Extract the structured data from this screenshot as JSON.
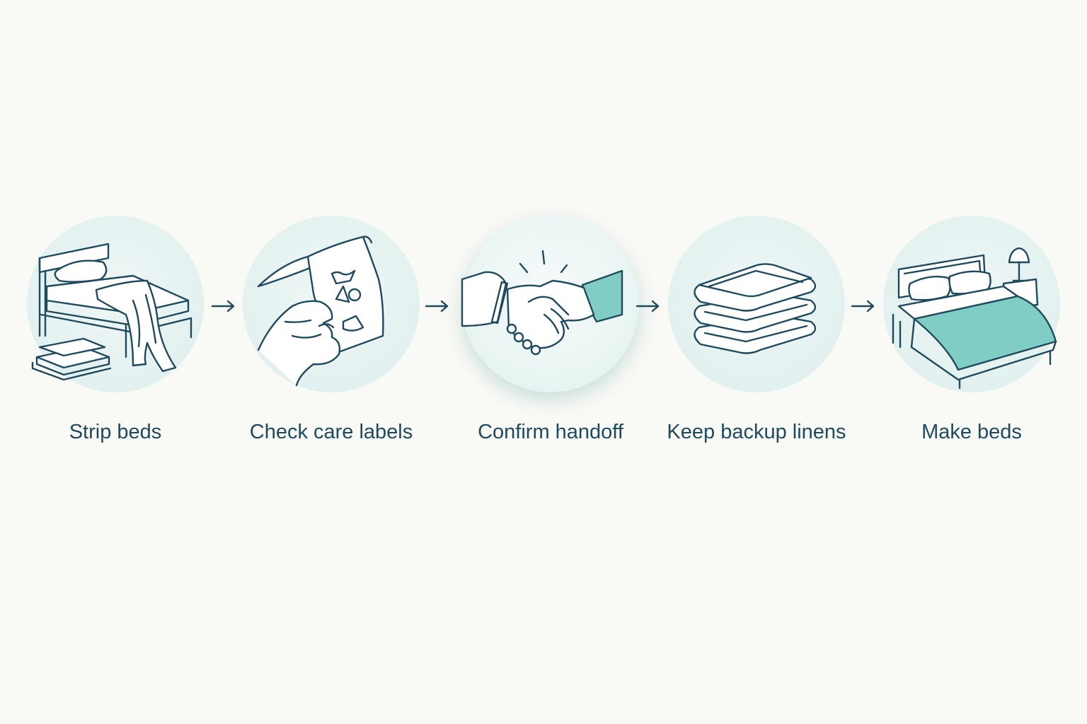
{
  "steps": [
    {
      "label": "Strip beds",
      "icon": "stripped-bed-icon"
    },
    {
      "label": "Check care labels",
      "icon": "care-label-icon"
    },
    {
      "label": "Confirm handoff",
      "icon": "handshake-icon",
      "highlighted": true
    },
    {
      "label": "Keep backup linens",
      "icon": "folded-linens-icon"
    },
    {
      "label": "Make beds",
      "icon": "made-bed-icon"
    }
  ],
  "arrow_symbol": "→",
  "colors": {
    "background": "#f9f9f6",
    "circle": "#e2f1ef",
    "line": "#1f4a5e",
    "accent": "#7fcdc4"
  }
}
